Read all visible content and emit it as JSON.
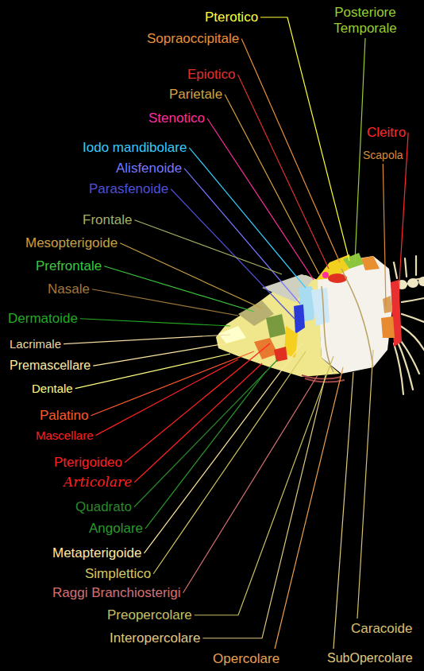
{
  "diagram": {
    "labels": [
      "Pterotico",
      "Posteriore Temporale",
      "Sopraoccipitale",
      "Epiotico",
      "Parietale",
      "Stenotico",
      "Cleitro",
      "Iodo mandibolare",
      "Scapola",
      "Alisfenoide",
      "Parasfenoide",
      "Frontale",
      "Mesopterigoide",
      "Prefrontale",
      "Nasale",
      "Dermatoide",
      "Lacrimale",
      "Premascellare",
      "Dentale",
      "Palatino",
      "Mascellare",
      "Pterigoideo",
      "Articolare",
      "Quadrato",
      "Angolare",
      "Metapterigoide",
      "Simplettico",
      "Raggi Branchiosterigi",
      "Preopercolare",
      "Caracoide",
      "Interopercolare",
      "Opercolare",
      "SubOpercolare"
    ]
  }
}
